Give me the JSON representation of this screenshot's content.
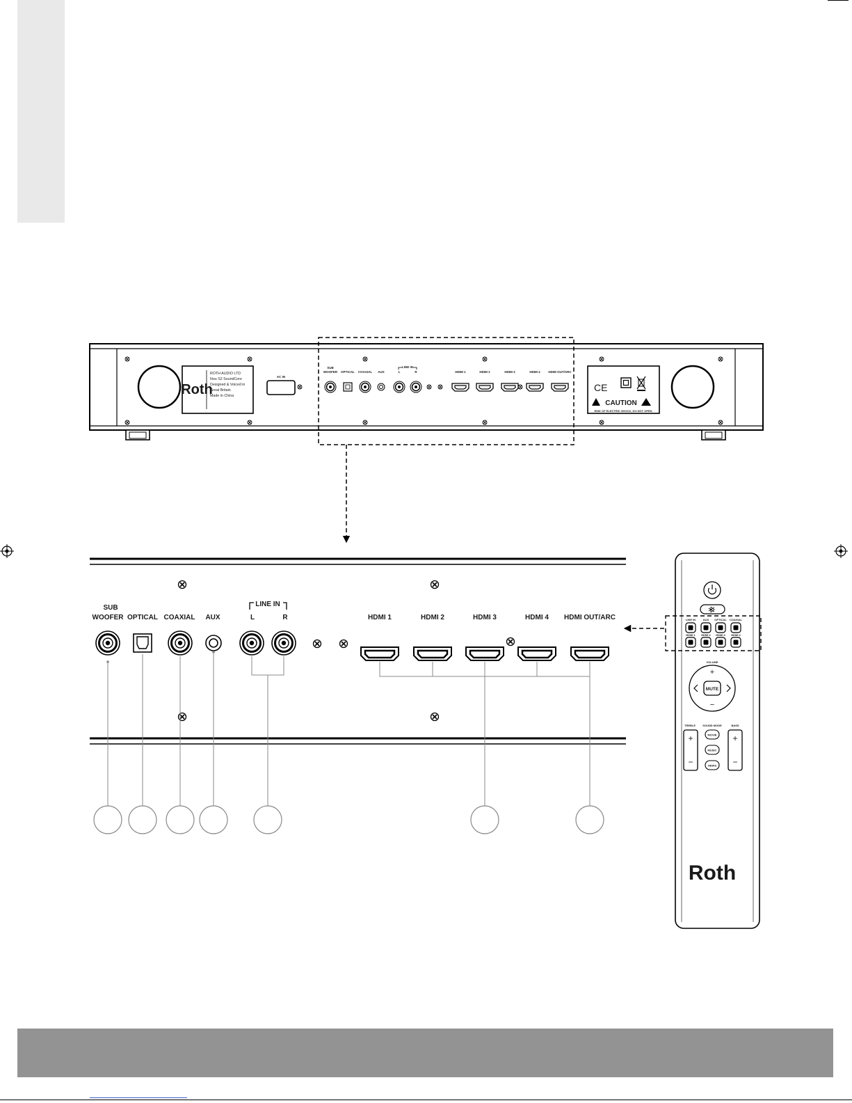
{
  "unit": {
    "plate_lines": [
      "ROTH AUDIO LTD",
      "Nou S2 SoundCore",
      "Designed & Voiced in",
      "Great Britain",
      "Made in China"
    ],
    "brand": "Roth",
    "ac_in": "AC IN",
    "caution": "CAUTION",
    "caution_note": "RISK OF ELECTRIC SHOCK, DO NOT OPEN",
    "cert_ce": "CE"
  },
  "connectors": {
    "sub_line1": "SUB",
    "sub_line2": "WOOFER",
    "optical": "OPTICAL",
    "coaxial": "COAXIAL",
    "aux": "AUX",
    "line_in": "LINE IN",
    "left": "L",
    "right": "R",
    "hdmi1": "HDMI 1",
    "hdmi2": "HDMI 2",
    "hdmi3": "HDMI 3",
    "hdmi4": "HDMI 4",
    "hdmi_out": "HDMI OUT/ARC"
  },
  "remote": {
    "brand": "Roth",
    "volume": "VOLUME",
    "mute": "MUTE",
    "treble": "TREBLE",
    "sound_mode": "SOUND MODE",
    "bass": "BASS",
    "plus": "+",
    "minus": "−",
    "movie": "MOVIE",
    "music": "MUSIC",
    "news": "NEWS",
    "row1": [
      "LINE IN",
      "AUX",
      "OPTICAL",
      "COAXIAL"
    ],
    "row2": [
      "HDMI 1",
      "HDMI 2",
      "HDMI 3",
      "HDMI 4"
    ]
  }
}
